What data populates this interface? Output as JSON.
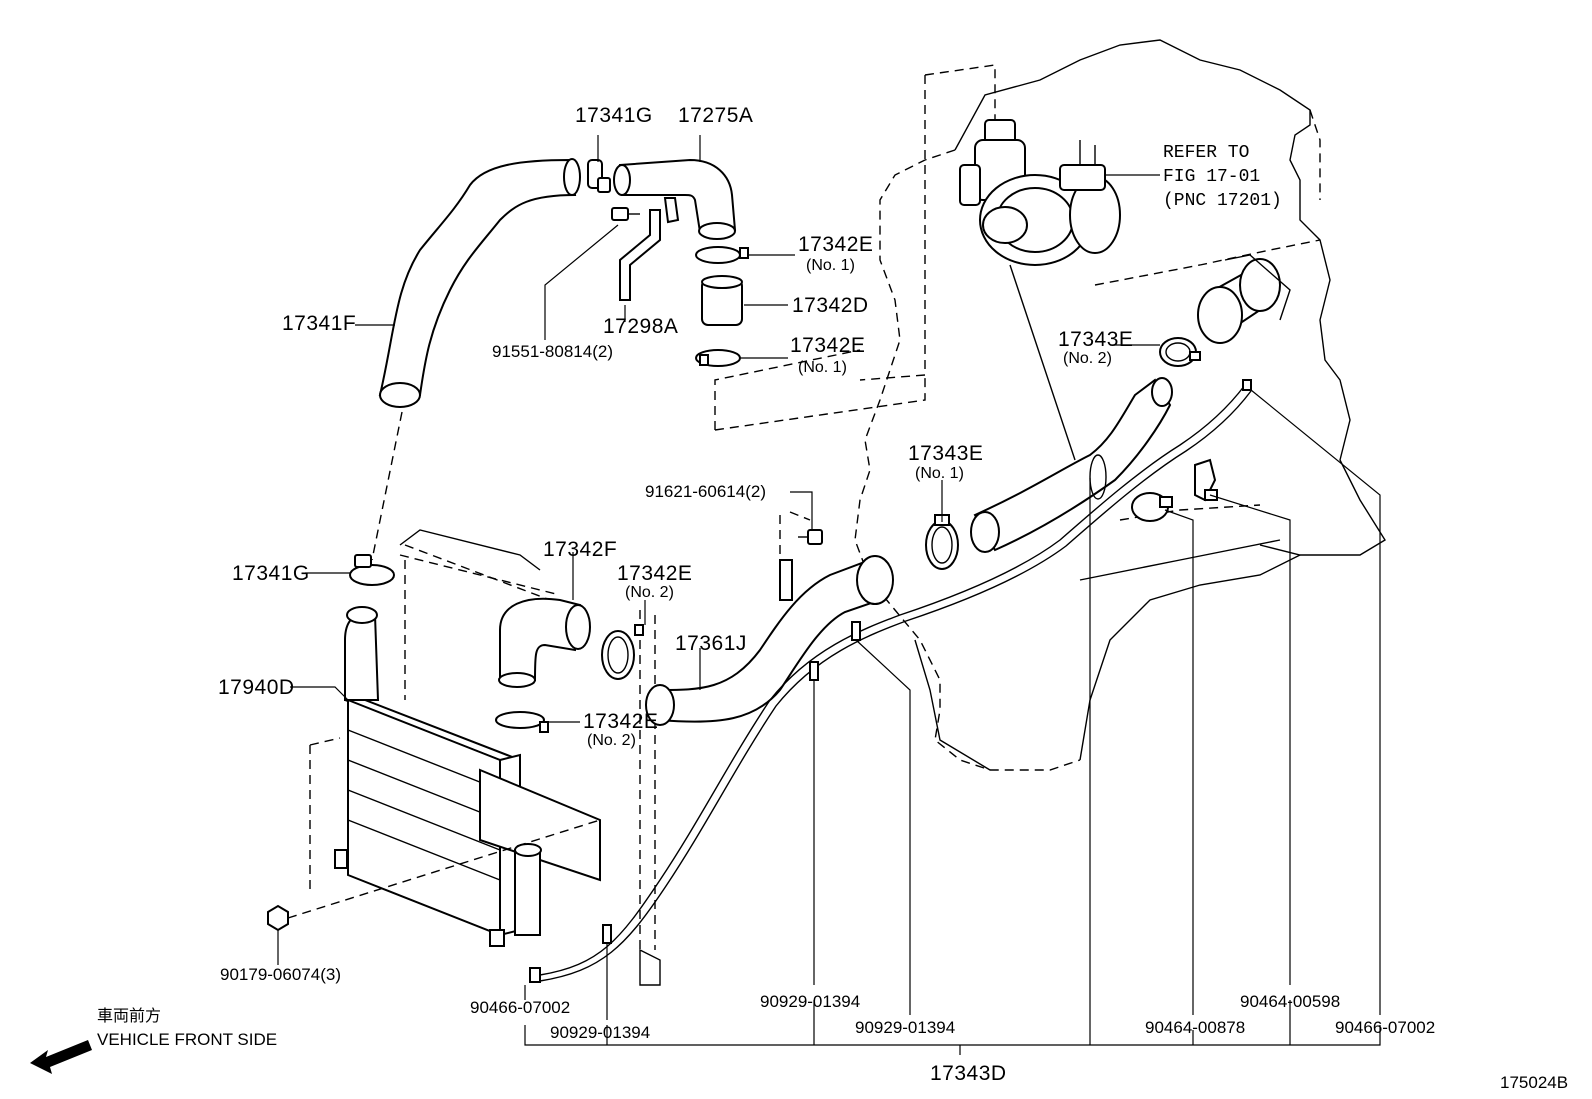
{
  "labels": {
    "p17341G_top": "17341G",
    "p17275A": "17275A",
    "p17342E_top1": "17342E",
    "p17342E_top1_sub": "(No. 1)",
    "p17342D": "17342D",
    "p17342E_top2": "17342E",
    "p17342E_top2_sub": "(No. 1)",
    "p17298A": "17298A",
    "p91551": "91551-80814(2)",
    "p17341F": "17341F",
    "p17343E_a": "17343E",
    "p17343E_a_sub": "(No. 2)",
    "p17343E_b": "17343E",
    "p17343E_b_sub": "(No. 1)",
    "p91621": "91621-60614(2)",
    "p17341G_mid": "17341G",
    "p17342F": "17342F",
    "p17342E_mid": "17342E",
    "p17342E_mid_sub": "(No. 2)",
    "p17361J": "17361J",
    "p17940D": "17940D",
    "p17342E_low": "17342E",
    "p17342E_low_sub": "(No. 2)",
    "p90179": "90179-06074(3)",
    "p90466_left": "90466-07002",
    "p90929_a": "90929-01394",
    "p90929_b": "90929-01394",
    "p90929_c": "90929-01394",
    "p90464_878": "90464-00878",
    "p90464_598": "90464-00598",
    "p90466_right": "90466-07002",
    "p17343D": "17343D",
    "refer_1": "REFER TO",
    "refer_2": "FIG 17-01",
    "refer_3": "(PNC 17201)",
    "front_jp": "車両前方",
    "front_en": "VEHICLE FRONT SIDE",
    "figure_id": "175024B"
  },
  "icons": {
    "front_arrow": "arrow-left-down-icon"
  }
}
